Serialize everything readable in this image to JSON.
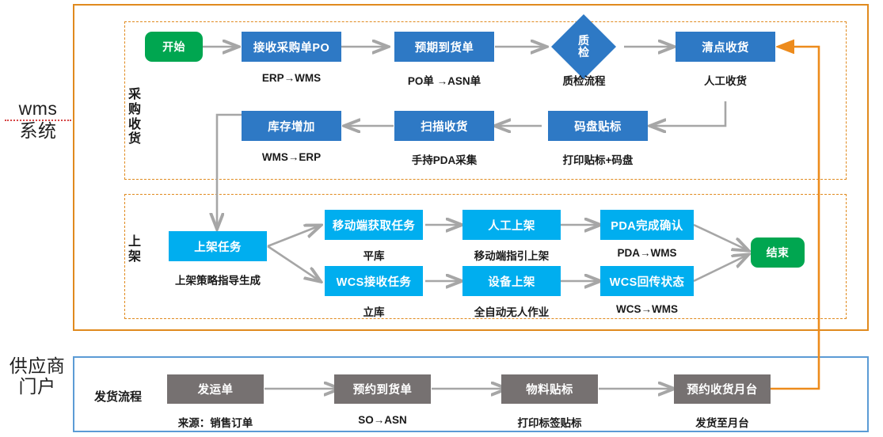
{
  "systems": [
    {
      "id": "wms",
      "label_line1": "wms",
      "label_line2": "系统"
    },
    {
      "id": "supplier",
      "label_line1": "供应商",
      "label_line2": "门户"
    }
  ],
  "phases": [
    {
      "id": "purchase",
      "label": "采购收货"
    },
    {
      "id": "putaway",
      "label": "上架"
    },
    {
      "id": "shipping",
      "label": "发货流程"
    }
  ],
  "colors": {
    "wms_border": "#E08A1E",
    "supplier_border": "#5B9BD5",
    "phase_dash": "#E08A1E",
    "node_blue": "#2E79C5",
    "node_cyan": "#00AEEF",
    "node_gray": "#767171",
    "node_green": "#00A650",
    "arrow_gray": "#A6A6A6",
    "return_arrow": "#ED8B1C"
  },
  "nodes": {
    "start": {
      "label": "开始",
      "caption": ""
    },
    "receive_po": {
      "label": "接收采购单PO",
      "caption": "ERP→WMS"
    },
    "asn": {
      "label": "预期到货单",
      "caption": "PO单 →ASN单"
    },
    "qc": {
      "label": "质检",
      "caption": "质检流程"
    },
    "count_recv": {
      "label": "清点收货",
      "caption": "人工收货"
    },
    "pallet_label": {
      "label": "码盘贴标",
      "caption": "打印贴标+码盘"
    },
    "scan_recv": {
      "label": "扫描收货",
      "caption": "手持PDA采集"
    },
    "stock_add": {
      "label": "库存增加",
      "caption": "WMS→ERP"
    },
    "putaway_task": {
      "label": "上架任务",
      "caption": "上架策略指导生成"
    },
    "mobile_task": {
      "label": "移动端获取任务",
      "caption": "平库"
    },
    "manual_put": {
      "label": "人工上架",
      "caption": "移动端指引上架"
    },
    "pda_confirm": {
      "label": "PDA完成确认",
      "caption": "PDA→WMS"
    },
    "wcs_task": {
      "label": "WCS接收任务",
      "caption": "立库"
    },
    "device_put": {
      "label": "设备上架",
      "caption": "全自动无人作业"
    },
    "wcs_status": {
      "label": "WCS回传状态",
      "caption": "WCS→WMS"
    },
    "end": {
      "label": "结束",
      "caption": ""
    },
    "shipment": {
      "label": "发运单",
      "caption": "来源：销售订单"
    },
    "booking": {
      "label": "预约到货单",
      "caption": "SO→ASN"
    },
    "material_lbl": {
      "label": "物料贴标",
      "caption": "打印标签贴标"
    },
    "dock_booking": {
      "label": "预约收货月台",
      "caption": "发货至月台"
    }
  }
}
